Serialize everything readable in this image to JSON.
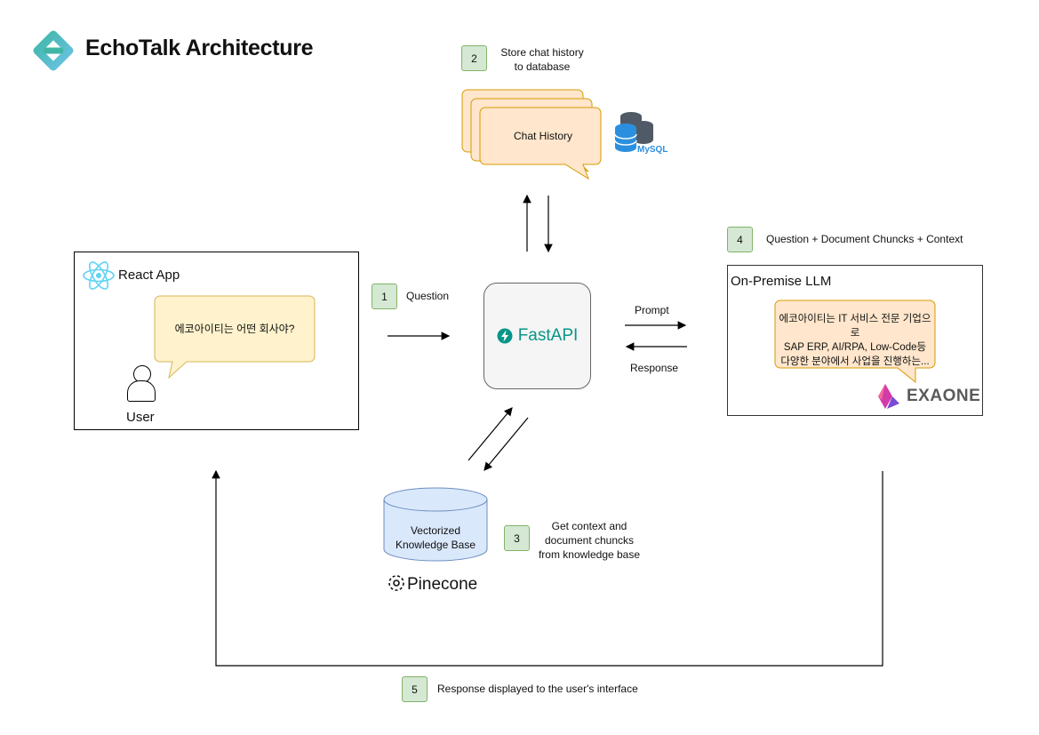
{
  "title": "EchoTalk Architecture",
  "steps": [
    {
      "num": "1",
      "label": "Question"
    },
    {
      "num": "2",
      "label_line1": "Store chat history",
      "label_line2": "to database"
    },
    {
      "num": "3",
      "label_line1": "Get context and",
      "label_line2": "document chuncks",
      "label_line3": "from knowledge base"
    },
    {
      "num": "4",
      "label": "Question + Document Chuncks + Context"
    },
    {
      "num": "5",
      "label": "Response displayed to the user's interface"
    }
  ],
  "react_app": {
    "title": "React App",
    "bubble": "에코아이티는 어떤 회사야?",
    "user_label": "User"
  },
  "chat_history": {
    "label": "Chat History",
    "db_name": "MySQL"
  },
  "fastapi": {
    "label": "FastAPI"
  },
  "llm": {
    "title": "On-Premise LLM",
    "bubble_line1": "에코아이티는 IT 서비스 전문 기업으로",
    "bubble_line2": "SAP ERP, AI/RPA, Low-Code등",
    "bubble_line3": "다양한 분야에서 사업을 진행하는...",
    "brand": "EXAONE"
  },
  "arrows": {
    "prompt": "Prompt",
    "response": "Response"
  },
  "knowledge_base": {
    "line1": "Vectorized",
    "line2": "Knowledge Base",
    "brand": "Pinecone"
  },
  "colors": {
    "step_fill": "#d5e8d4",
    "step_border": "#82b366",
    "bubble_yellow": "#fff2cc",
    "bubble_orange": "#ffe6cc",
    "cylinder": "#dae8fc",
    "fastapi": "#079688",
    "exaone": "#5a5a5a"
  }
}
